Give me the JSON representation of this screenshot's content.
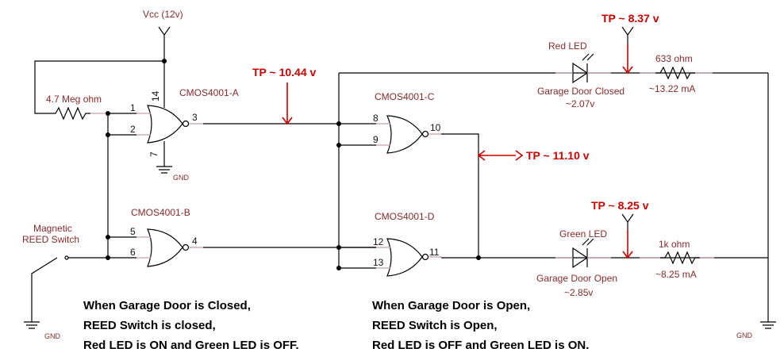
{
  "labels": {
    "vcc": "Vcc  (12v)",
    "resistor_4m7": "4.7 Meg ohm",
    "reed_switch_line1": "Magnetic",
    "reed_switch_line2": "REED Switch",
    "gnd_left": "GND",
    "gnd_chip": "GND",
    "gnd_right": "GND",
    "red_led": "Red  LED",
    "red_led_caption": "Garage Door Closed",
    "red_led_voltage": "~2.07v",
    "res_633": "633 ohm",
    "res_633_current": "~13.22 mA",
    "green_led": "Green  LED",
    "green_led_caption": "Garage Door Open",
    "green_led_voltage": "~2.85v",
    "res_1k": "1k ohm",
    "res_1k_current": "~8.25 mA"
  },
  "chips": {
    "a": "CMOS4001-A",
    "b": "CMOS4001-B",
    "c": "CMOS4001-C",
    "d": "CMOS4001-D"
  },
  "pins": {
    "p1": "1",
    "p2": "2",
    "p3": "3",
    "p14": "14",
    "p7": "7",
    "p5": "5",
    "p6": "6",
    "p4": "4",
    "p8": "8",
    "p9": "9",
    "p10": "10",
    "p12": "12",
    "p13": "13",
    "p11": "11"
  },
  "test_points": {
    "tp1": "TP ~ 10.44 v",
    "tp2": "TP ~ 8.37 v",
    "tp3": "TP ~ 11.10 v",
    "tp4": "TP ~ 8.25 v"
  },
  "notes": {
    "closed": [
      "When Garage Door is Closed,",
      "REED Switch is closed,",
      "Red LED is ON and Green LED is OFF."
    ],
    "open": [
      "When Garage Door is Open,",
      "REED Switch is Open,",
      "Red LED is OFF and Green LED is ON."
    ]
  }
}
